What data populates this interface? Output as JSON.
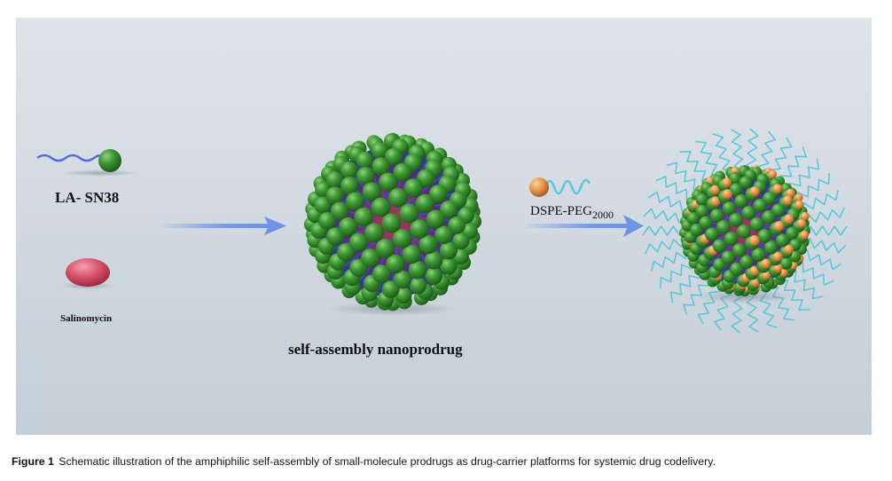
{
  "figure": {
    "components": {
      "la_sn38_label": "LA- SN38",
      "salinomycin_label": "Salinomycin",
      "nanoprodrug_label": "self-assembly nanoprodrug",
      "dspe_peg_label": "DSPE-PEG",
      "dspe_peg_subscript": "2000"
    },
    "colors": {
      "sn38_sphere": "#3f9a35",
      "linker_chain": "#4f6fd6",
      "salinomycin": "#d9566f",
      "dspe_head": "#e89a4e",
      "peg_chain": "#5cc7db",
      "arrow": "#6f93e6",
      "core": "#a03050"
    },
    "caption": {
      "label": "Figure 1",
      "text": "Schematic illustration of the amphiphilic self-assembly of small-molecule prodrugs as drug-carrier platforms for systemic drug codelivery."
    }
  }
}
